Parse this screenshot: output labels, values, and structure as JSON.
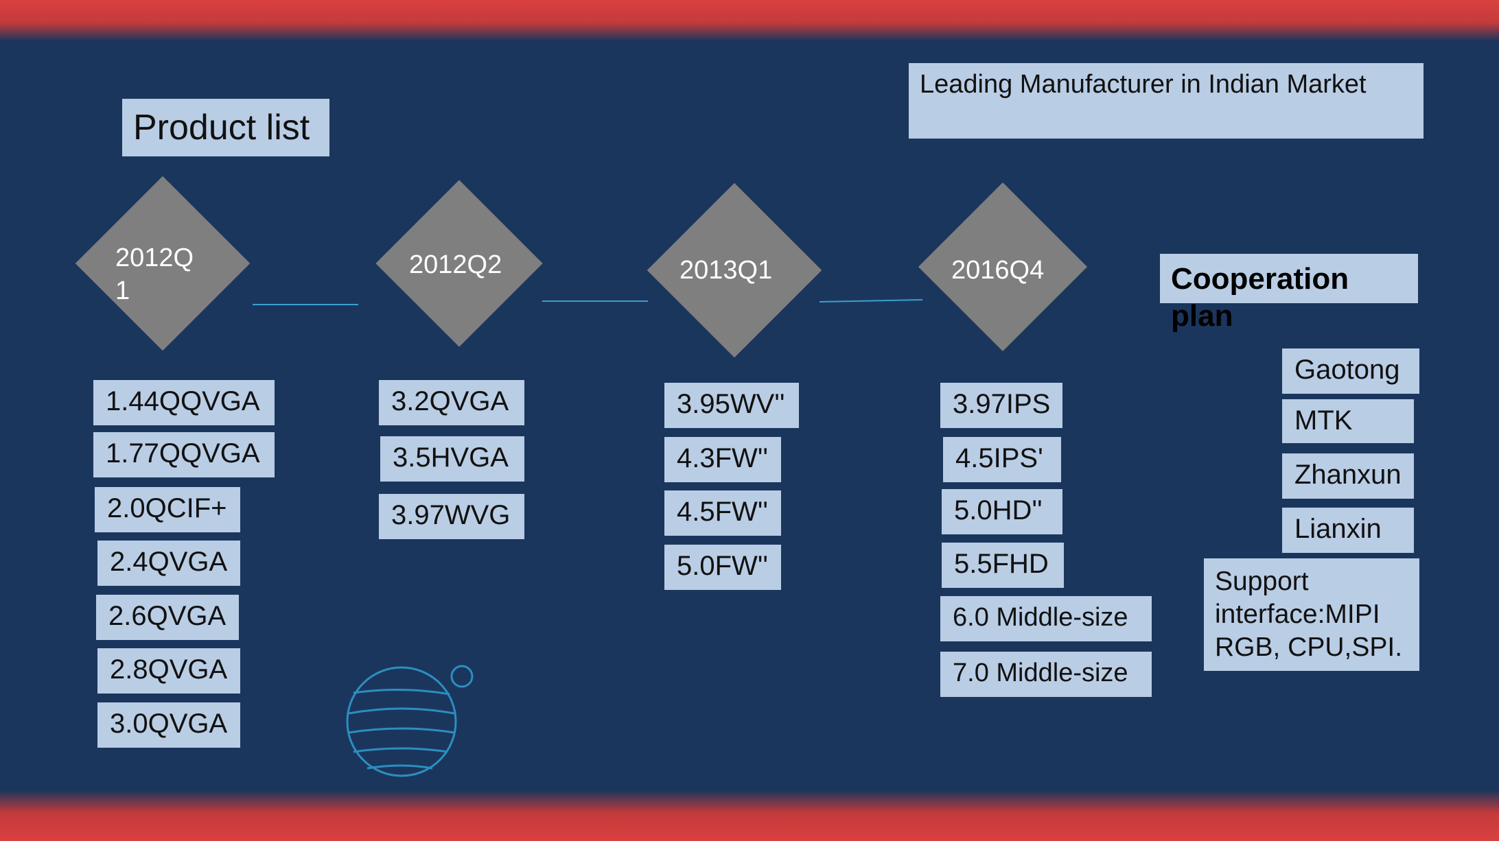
{
  "title": "Product list",
  "headline": "Leading Manufacturer in Indian Market",
  "timeline": [
    {
      "label": "2012Q1",
      "label_line1": "2012Q",
      "label_line2": "1",
      "products": [
        "1.44QQVGA",
        "1.77QQVGA",
        "2.0QCIF+",
        "2.4QVGA",
        "2.6QVGA",
        "2.8QVGA",
        "3.0QVGA"
      ]
    },
    {
      "label": "2012Q2",
      "products": [
        "3.2QVGA",
        "3.5HVGA",
        "3.97WVG"
      ]
    },
    {
      "label": "2013Q1",
      "products": [
        "3.95WV''",
        "4.3FW''",
        "4.5FW''",
        "5.0FW''"
      ]
    },
    {
      "label": "2016Q4",
      "products": [
        "3.97IPS",
        "4.5IPS'",
        "5.0HD''",
        "5.5FHD",
        "6.0 Middle-size",
        "7.0 Middle-size"
      ]
    }
  ],
  "cooperation": {
    "title": "Cooperation plan",
    "partners": [
      "Gaotong",
      "MTK",
      "Zhanxun",
      "Lianxin"
    ],
    "support": "Support interface:MIPI RGB, CPU,SPI."
  },
  "colors": {
    "background": "#1b365d",
    "band": "#d9413f",
    "box": "#b9cde5",
    "diamond": "#7f7f7f",
    "connector": "#3a9fd0"
  },
  "icons": [
    "globe-logo-icon"
  ]
}
